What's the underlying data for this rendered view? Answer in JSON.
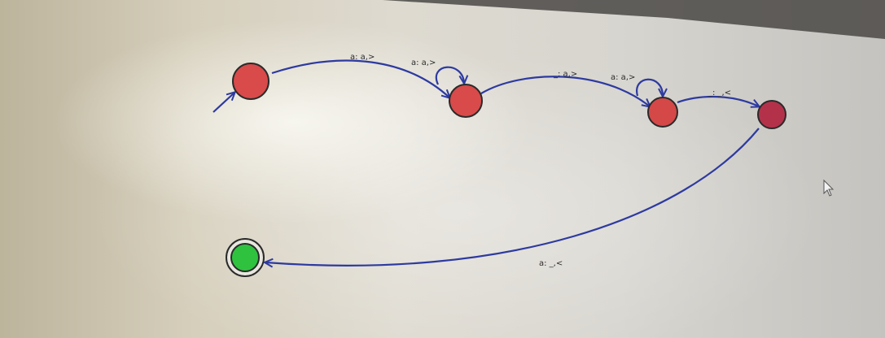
{
  "diagram": {
    "colors": {
      "state_fill": "#d94a4a",
      "state_fill_dark": "#b3324a",
      "state_stroke": "#2a2a2a",
      "accept_fill": "#2fc23f",
      "edge": "#2d3aa0"
    },
    "transitions": [
      {
        "label": "a: a,>"
      },
      {
        "label": "a: a,>"
      },
      {
        "label": "_: a,>"
      },
      {
        "label": "a: a,>"
      },
      {
        "label": "_: _,<"
      },
      {
        "label": "a: _,<"
      }
    ]
  }
}
